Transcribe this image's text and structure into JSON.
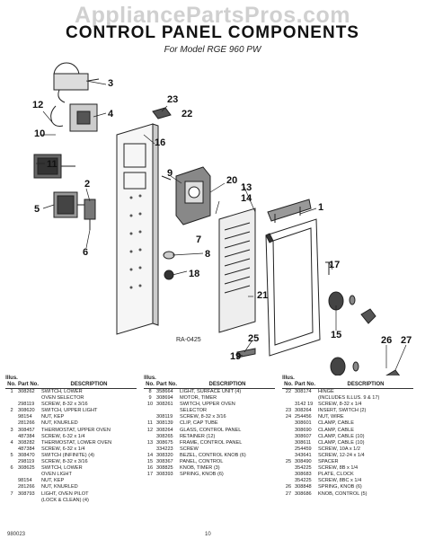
{
  "watermark": "AppliancePartsPros.com",
  "title": "CONTROL PANEL COMPONENTS",
  "subtitle": "For Model RGE 960 PW",
  "diagram_code": "RA-0425",
  "callouts": [
    "3",
    "4",
    "12",
    "10",
    "11",
    "2",
    "5",
    "6",
    "23",
    "22",
    "16",
    "9",
    "20",
    "13",
    "14",
    "8",
    "7",
    "18",
    "17",
    "21",
    "1",
    "15",
    "26",
    "27",
    "25",
    "19"
  ],
  "table_headers": {
    "illus": "Illus. No.",
    "part": "Part No.",
    "description": "DESCRIPTION"
  },
  "columns": [
    [
      [
        "1",
        "308262",
        "SWITCH, LOWER"
      ],
      [
        "",
        "",
        "OVEN SELECTOR"
      ],
      [
        "",
        "298119",
        "SCREW, 8-32 x 3/16"
      ],
      [
        "2",
        "308620",
        "SWITCH, UPPER LIGHT"
      ],
      [
        "",
        "98154",
        "NUT, KEP"
      ],
      [
        "",
        "281266",
        "NUT, KNURLED"
      ],
      [
        "3",
        "308457",
        "THERMOSTAT, UPPER OVEN"
      ],
      [
        "",
        "487384",
        "SCREW, 6-32 x 1/4"
      ],
      [
        "4",
        "308282",
        "THERMOSTAT, LOWER OVEN"
      ],
      [
        "",
        "487384",
        "SCREW, 6-32 x 1/4"
      ],
      [
        "5",
        "308470",
        "SWITCH (INFINITE) (4)"
      ],
      [
        "",
        "298119",
        "SCREW, 8-32 x 3/16"
      ],
      [
        "6",
        "308625",
        "SWITCH, LOWER"
      ],
      [
        "",
        "",
        "OVEN LIGHT"
      ],
      [
        "",
        "98154",
        "NUT, KEP"
      ],
      [
        "",
        "281266",
        "NUT, KNURLED"
      ],
      [
        "7",
        "308793",
        "LIGHT, OVEN PILOT"
      ],
      [
        "",
        "",
        "(LOCK & CLEAN) (4)"
      ]
    ],
    [
      [
        "8",
        "358664",
        "LIGHT, SURFACE UNIT (4)"
      ],
      [
        "9",
        "308694",
        "MOTOR, TIMER"
      ],
      [
        "10",
        "308261",
        "SWITCH, UPPER OVEN"
      ],
      [
        "",
        "",
        "SELECTOR"
      ],
      [
        "",
        "308119",
        "SCREW, 8-32 x 3/16"
      ],
      [
        "11",
        "308139",
        "CLIP, CAP TUBE"
      ],
      [
        "12",
        "308264",
        "GLASS, CONTROL PANEL"
      ],
      [
        "",
        "308265",
        "RETAINER (12)"
      ],
      [
        "13",
        "308675",
        "FRAME, CONTROL PANEL"
      ],
      [
        "",
        "334223",
        "SCREW"
      ],
      [
        "14",
        "308320",
        "BEZEL, CONTROL KNOB (6)"
      ],
      [
        "15",
        "308367",
        "PANEL, CONTROL"
      ],
      [
        "16",
        "308825",
        "KNOB, TIMER (3)"
      ],
      [
        "17",
        "308393",
        "SPRING, KNOB (6)"
      ]
    ],
    [
      [
        "22",
        "308174",
        "HINGE"
      ],
      [
        "",
        "",
        "(INCLUDES ILLUS. 9 & 17)"
      ],
      [
        "",
        "3142 19",
        "SCREW, 8-32 x 1/4"
      ],
      [
        "23",
        "308264",
        "INSERT, SWITCH (2)"
      ],
      [
        "24",
        "254456",
        "NUT, WIRE"
      ],
      [
        "",
        "308601",
        "CLAMP, CABLE"
      ],
      [
        "",
        "308690",
        "CLAMP, CABLE"
      ],
      [
        "",
        "308607",
        "CLAMP, CABLE (10)"
      ],
      [
        "",
        "308611",
        "CLAMP, CABLE (10)"
      ],
      [
        "",
        "254459",
        "SCREW, 10A x 1/2"
      ],
      [
        "",
        "343641",
        "SCREW, 12-24 x 1/4"
      ],
      [
        "25",
        "308490",
        "SPACER"
      ],
      [
        "",
        "354225",
        "SCREW, 8B x 1/4"
      ],
      [
        "",
        "308683",
        "PLATE, CLOCK"
      ],
      [
        "",
        "354225",
        "SCREW, 8BC x 1/4"
      ],
      [
        "26",
        "308848",
        "SPRING, KNOB (6)"
      ],
      [
        "27",
        "308686",
        "KNOB, CONTROL (5)"
      ]
    ]
  ],
  "footer_left": "980023",
  "footer_center": "10"
}
